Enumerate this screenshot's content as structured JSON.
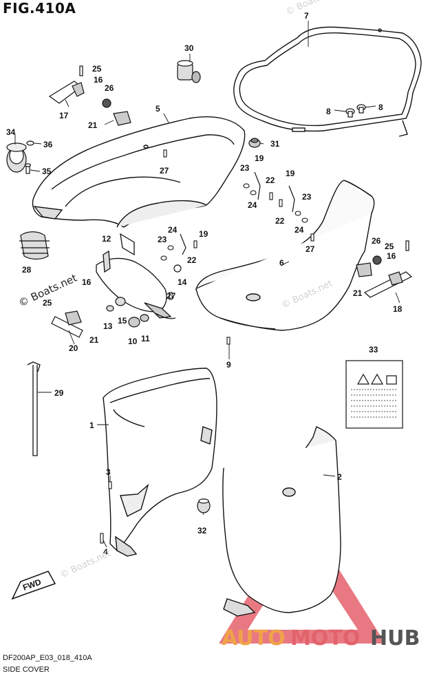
{
  "figure": {
    "title": "FIG.410A",
    "drawing_code": "DF200AP_E03_018_410A",
    "section_name": "SIDE COVER"
  },
  "callouts": {
    "c1": "1",
    "c2": "2",
    "c3": "3",
    "c4": "4",
    "c5": "5",
    "c6": "6",
    "c7": "7",
    "c8a": "8",
    "c8b": "8",
    "c9": "9",
    "c10": "10",
    "c11": "11",
    "c12": "12",
    "c13": "13",
    "c14": "14",
    "c15": "15",
    "c16a": "16",
    "c16b": "16",
    "c16c": "16",
    "c17": "17",
    "c18": "18",
    "c19a": "19",
    "c19b": "19",
    "c19c": "19",
    "c20": "20",
    "c21a": "21",
    "c21b": "21",
    "c21c": "21",
    "c22a": "22",
    "c22b": "22",
    "c22c": "22",
    "c23a": "23",
    "c23b": "23",
    "c23c": "23",
    "c24a": "24",
    "c24b": "24",
    "c24c": "24",
    "c25a": "25",
    "c25b": "25",
    "c25c": "25",
    "c26a": "26",
    "c26b": "26",
    "c27a": "27",
    "c27b": "27",
    "c27c": "27",
    "c28": "28",
    "c29": "29",
    "c30": "30",
    "c31": "31",
    "c32": "32",
    "c33": "33",
    "c34": "34",
    "c35": "35",
    "c36": "36"
  },
  "fwd_label": "FWD",
  "watermarks": {
    "boats_tl": "© Boats.net",
    "boats_left": "© Boats.net",
    "boats_right": "© Boats.net",
    "boats_bottom": "© Boats.net",
    "brand_part1": "AUTO",
    "brand_part2": "MOTO",
    "brand_part3": "HUB"
  },
  "colors": {
    "brand_orange": "#f0a24a",
    "brand_red": "#e2636c",
    "brand_dark": "#555555",
    "triangle_red": "#e0505c"
  }
}
